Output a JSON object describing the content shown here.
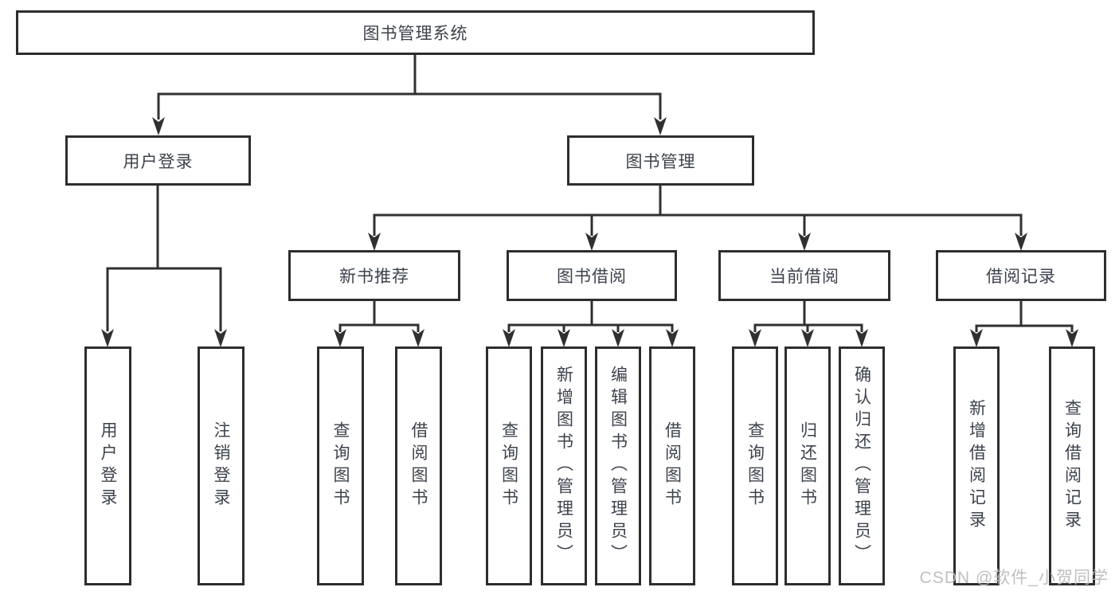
{
  "page": {
    "watermark": "CSDN @软件_小贺同学"
  },
  "colors": {
    "line": "#303030",
    "box_border": "#2d2d2d",
    "text": "#3d434c",
    "watermark": "#b9b9b9",
    "background": "#ffffff"
  },
  "tree": {
    "root": {
      "label": "图书管理系统",
      "children": [
        {
          "label": "用户登录",
          "children": [
            {
              "label": "用户登录"
            },
            {
              "label": "注销登录"
            }
          ]
        },
        {
          "label": "图书管理",
          "children": [
            {
              "label": "新书推荐",
              "children": [
                {
                  "label": "查询图书"
                },
                {
                  "label": "借阅图书"
                }
              ]
            },
            {
              "label": "图书借阅",
              "children": [
                {
                  "label": "查询图书"
                },
                {
                  "label": "新增图书（管理员）"
                },
                {
                  "label": "编辑图书（管理员）"
                },
                {
                  "label": "借阅图书"
                }
              ]
            },
            {
              "label": "当前借阅",
              "children": [
                {
                  "label": "查询图书"
                },
                {
                  "label": "归还图书"
                },
                {
                  "label": "确认归还（管理员）"
                }
              ]
            },
            {
              "label": "借阅记录",
              "children": [
                {
                  "label": "新增借阅记录"
                },
                {
                  "label": "查询借阅记录"
                }
              ]
            }
          ]
        }
      ]
    }
  }
}
